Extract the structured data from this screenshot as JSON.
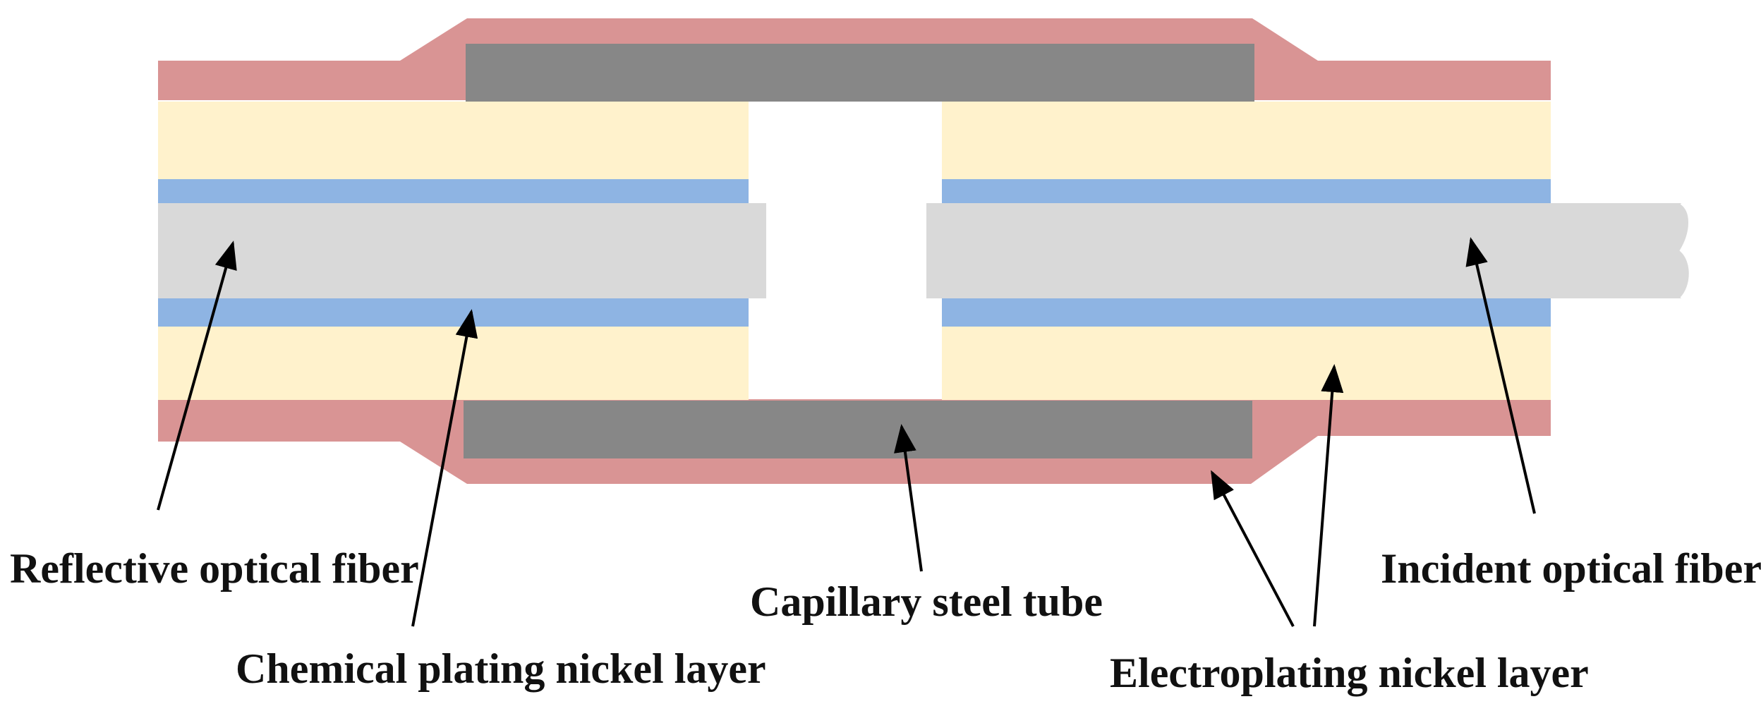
{
  "labels": {
    "reflective_fiber": "Reflective optical fiber",
    "chemical_nickel": "Chemical plating nickel layer",
    "capillary_tube": "Capillary steel tube",
    "electroplating_nickel": "Electroplating nickel layer",
    "incident_fiber": "Incident optical fiber"
  },
  "colors": {
    "electroplating_nickel": "#D99494",
    "capillary_tube": "#878787",
    "cladding": "#FFF2CC",
    "chemical_nickel": "#8EB4E3",
    "fiber_core": "#D9D9D9",
    "arrow": "#000000"
  }
}
